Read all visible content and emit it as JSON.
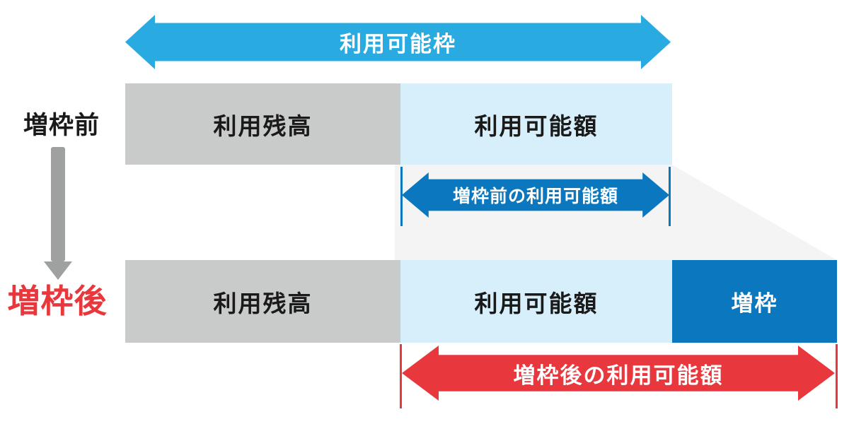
{
  "title_arrow": {
    "label": "利用可能枠"
  },
  "rows": [
    {
      "name": "増枠前",
      "segments": [
        {
          "label": "利用残高"
        },
        {
          "label": "利用可能額"
        }
      ]
    },
    {
      "name": "増枠後",
      "segments": [
        {
          "label": "利用残高"
        },
        {
          "label": "利用可能額"
        },
        {
          "label": "増枠"
        }
      ]
    }
  ],
  "annotations": {
    "before_available": "増枠前の利用可能額",
    "after_available": "増枠後の利用可能額"
  },
  "colors": {
    "sky_blue_arrow": "#29abe2",
    "light_blue_bar": "#d7effb",
    "dark_blue": "#0b77be",
    "gray_bar": "#c9caca",
    "pale_gray_wedge": "#f4f4f5",
    "red": "#e8383d",
    "down_arrow_gray": "#9fa0a0",
    "text_black": "#1a1a1a"
  }
}
